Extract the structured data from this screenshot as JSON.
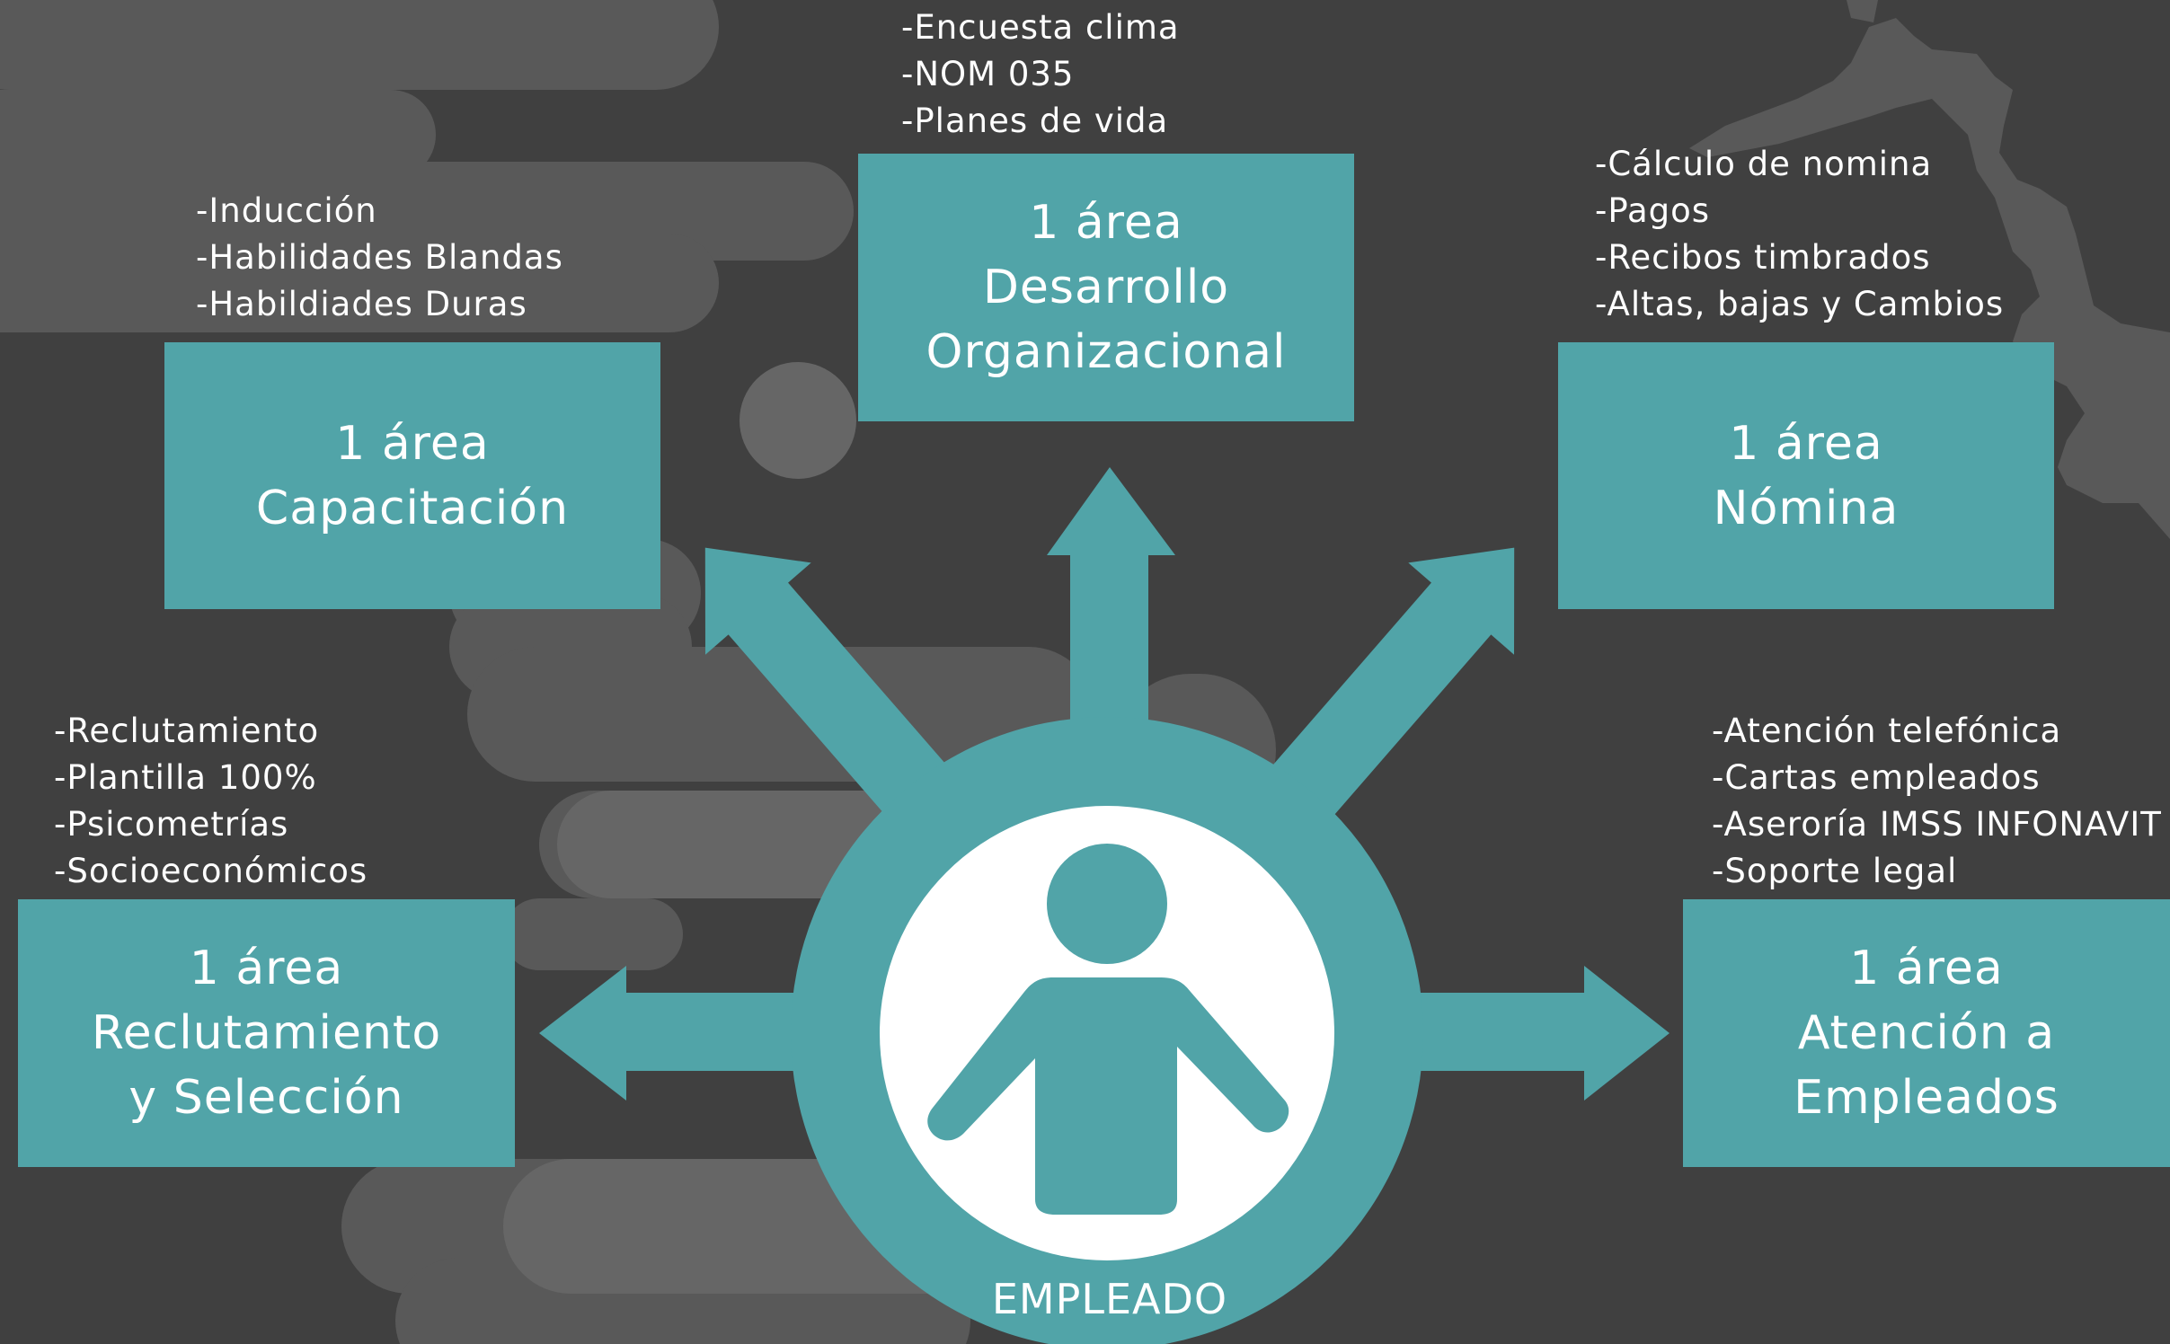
{
  "colors": {
    "background": "#404040",
    "band": "#595959",
    "band_light": "#666666",
    "teal": "#51a4a8",
    "white": "#ffffff"
  },
  "center": {
    "label": "EMPLEADO",
    "icon": "person-icon"
  },
  "areas": {
    "capacitacion": {
      "lines": [
        "1 área",
        "Capacitación"
      ],
      "bullets": [
        "-Inducción",
        "-Habilidades Blandas",
        "-Habildiades Duras"
      ]
    },
    "desarrollo": {
      "lines": [
        "1 área",
        "Desarrollo",
        "Organizacional"
      ],
      "bullets": [
        "-Encuesta clima",
        "-NOM 035",
        "-Planes de vida"
      ]
    },
    "nomina": {
      "lines": [
        "1 área",
        "Nómina"
      ],
      "bullets": [
        "-Cálculo de nomina",
        "-Pagos",
        "-Recibos timbrados",
        "-Altas, bajas y Cambios"
      ]
    },
    "reclutamiento": {
      "lines": [
        "1 área",
        "Reclutamiento",
        "y Selección"
      ],
      "bullets": [
        "-Reclutamiento",
        "-Plantilla 100%",
        "-Psicometrías",
        "-Socioeconómicos"
      ]
    },
    "atencion": {
      "lines": [
        "1 área",
        "Atención a",
        "Empleados"
      ],
      "bullets": [
        "-Atención telefónica",
        "-Cartas empleados",
        "-Aseroría IMSS INFONAVIT",
        "-Soporte legal"
      ]
    }
  }
}
